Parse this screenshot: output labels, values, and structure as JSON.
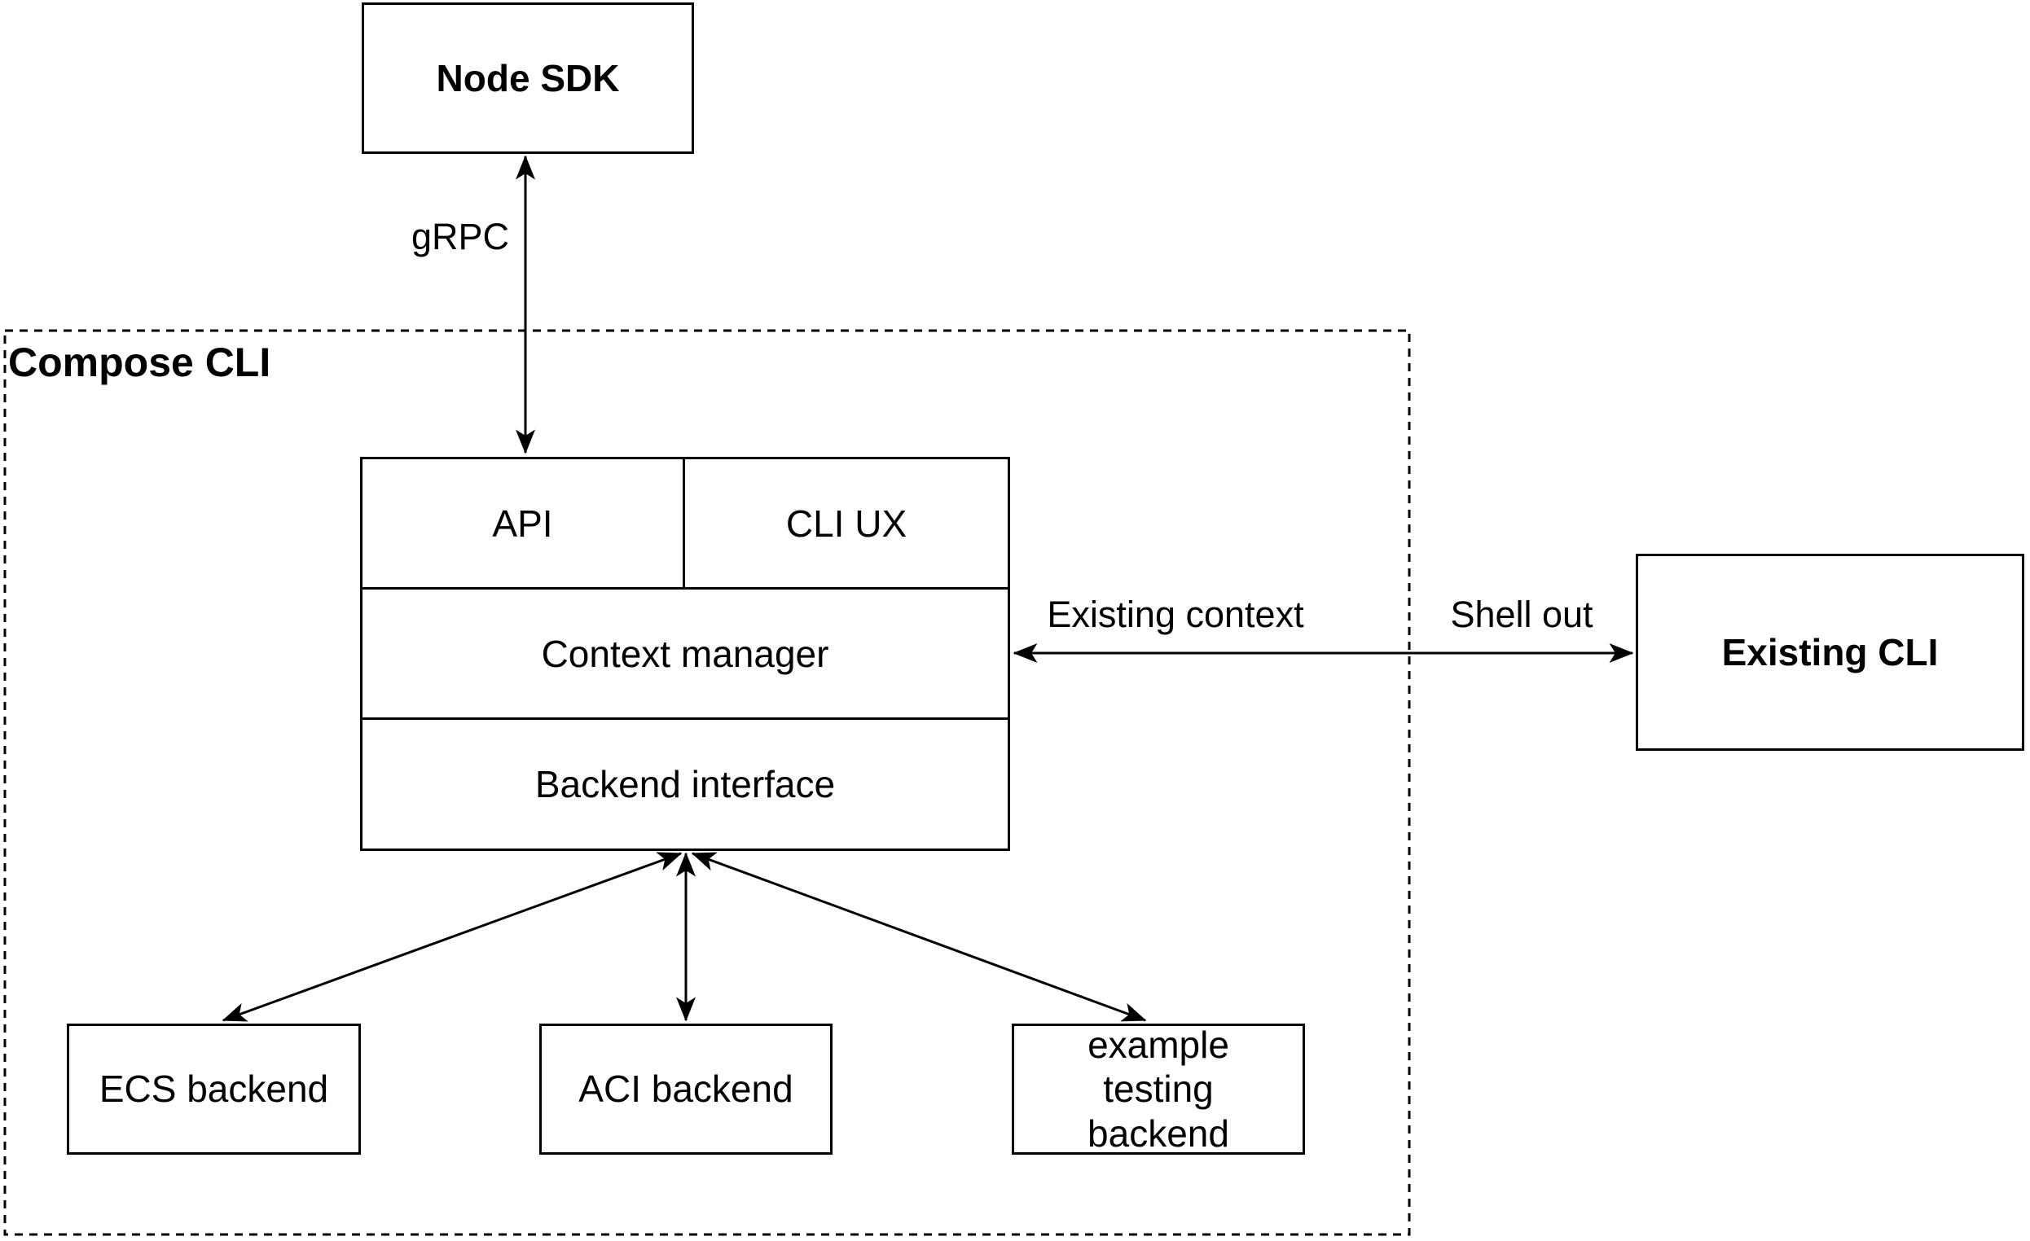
{
  "diagram": {
    "group": {
      "label": "Compose CLI"
    },
    "nodes": {
      "node_sdk": "Node SDK",
      "api": "API",
      "cli_ux": "CLI UX",
      "context_manager": "Context manager",
      "backend_interface": "Backend interface",
      "ecs_backend": "ECS backend",
      "aci_backend": "ACI backend",
      "example_testing_backend": "example testing backend",
      "existing_cli": "Existing CLI"
    },
    "edges": {
      "grpc": "gRPC",
      "existing_context": "Existing context",
      "shell_out": "Shell out"
    },
    "colors": {
      "line": "#000000",
      "fill": "#ffffff",
      "text": "#000000"
    }
  }
}
